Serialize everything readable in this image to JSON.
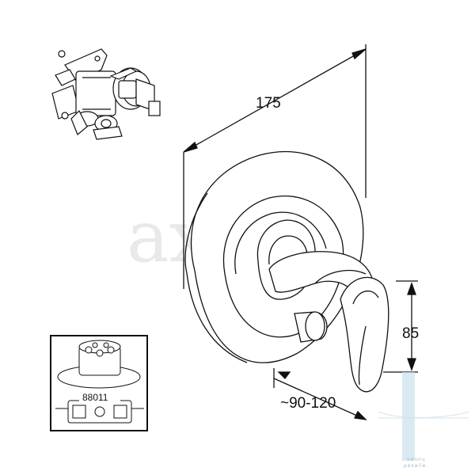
{
  "watermark": "axor",
  "dimensions": {
    "width": "175",
    "height": "85",
    "depth": "~90-120"
  },
  "inset": {
    "part_number": "88011"
  },
  "logo": {
    "line1": "vennu",
    "line2": "pesaile"
  },
  "colors": {
    "line": "#111111",
    "logo_accent": "#9ec9de"
  }
}
